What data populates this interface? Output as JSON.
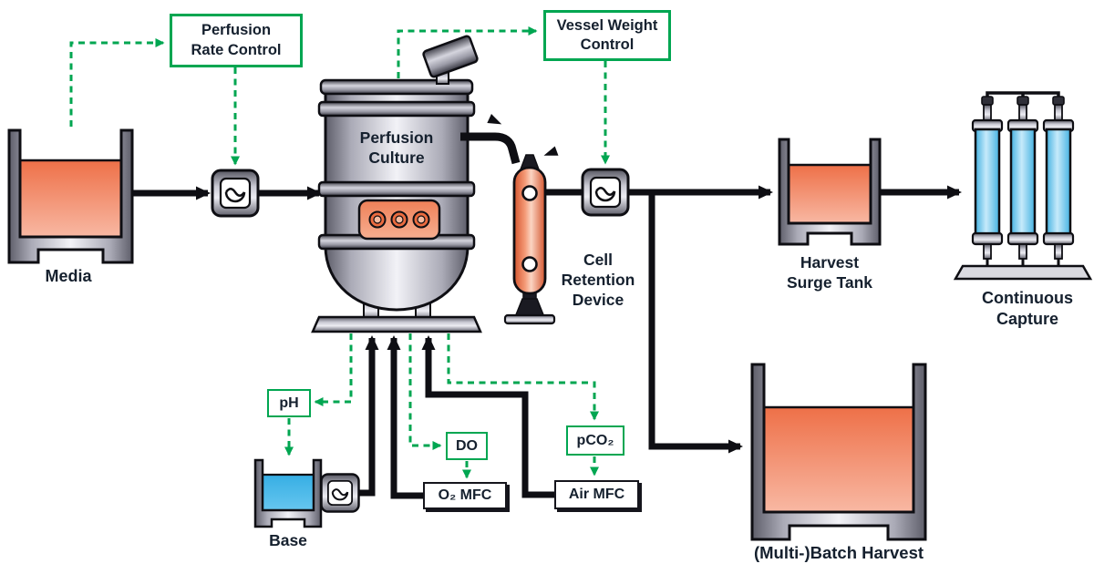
{
  "colors": {
    "control_green": "#00A651",
    "flow_black": "#0E0E13",
    "liquid_orange": "#EE7048",
    "liquid_blue": "#36AEE4",
    "column_blue": "#45B2E2",
    "text_dark": "#15202E"
  },
  "control_boxes": {
    "perfusion_rate": "Perfusion Rate Control",
    "vessel_weight": "Vessel Weight Control",
    "ph": "pH",
    "dissolved_oxygen": "DO",
    "pco2": "pCO₂"
  },
  "flow_boxes": {
    "o2_mfc": "O₂ MFC",
    "air_mfc": "Air MFC"
  },
  "equipment_labels": {
    "media": "Media",
    "perfusion_culture": "Perfusion Culture",
    "cell_retention_device": "Cell Retention Device",
    "harvest_surge_tank": "Harvest Surge Tank",
    "continuous_capture": "Continuous Capture",
    "batch_harvest": "(Multi-)Batch Harvest",
    "base": "Base"
  }
}
